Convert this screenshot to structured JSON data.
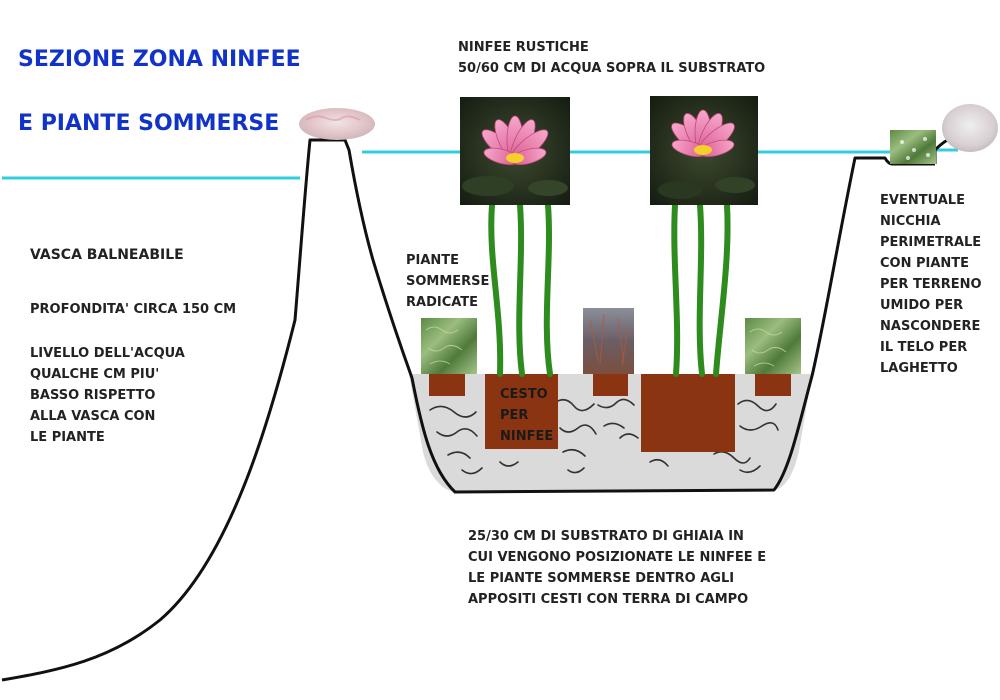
{
  "title": {
    "line1": "SEZIONE ZONA NINFEE",
    "line2": "E PIANTE SOMMERSE"
  },
  "labels": {
    "pool_title": "VASCA BALNEABILE",
    "pool_depth": "PROFONDITA' CIRCA 150 CM",
    "pool_level": "LIVELLO DELL'ACQUA\nQUALCHE CM PIU'\nBASSO RISPETTO\nALLA VASCA CON\nLE PIANTE",
    "ninfee_title": "NINFEE RUSTICHE\n50/60 CM DI ACQUA SOPRA IL SUBSTRATO",
    "submerged_plants": "PIANTE\nSOMMERSE\nRADICATE",
    "basket": "CESTO\nPER\nNINFEE",
    "niche": "EVENTUALE\nNICCHIA\nPERIMETRALE\nCON PIANTE\nPER TERRENO\nUMIDO PER\nNASCONDERE\nIL TELO PER\nLAGHETTO",
    "substrate": "25/30 CM DI SUBSTRATO DI GHIAIA IN\nCUI VENGONO POSIZIONATE LE NINFEE E\nLE PIANTE SOMMERSE DENTRO AGLI\nAPPOSITI CESTI CON TERRA DI CAMPO"
  },
  "colors": {
    "title": "#1233c8",
    "water_line": "#33ccdd",
    "profile_line": "#111111",
    "gravel": "#d9d9d9",
    "basket": "#8b3412",
    "stem": "#2e8b1e",
    "lily_petal": "#f08ab8",
    "lily_center": "#f6cf2a",
    "rock": "#e6cfd2"
  }
}
